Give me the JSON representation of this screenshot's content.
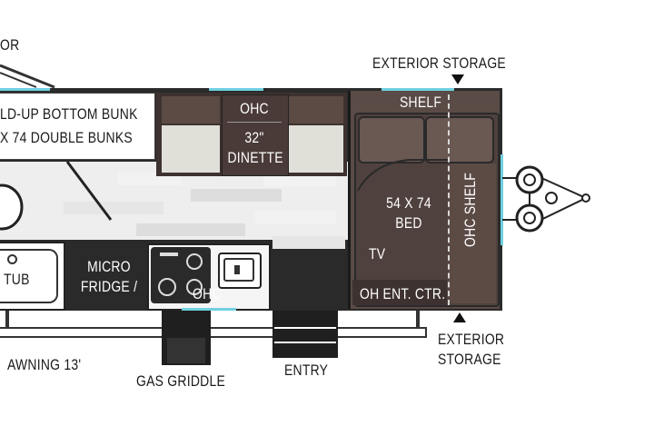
{
  "labels": {
    "top_left_fragment": "OR",
    "exterior_storage_top": "EXTERIOR STORAGE",
    "bunk_line1": "LD-UP BOTTOM BUNK",
    "bunk_line2": "X 74 DOUBLE BUNKS",
    "ohc_dinette": "OHC",
    "dinette_size": "32\"",
    "dinette": "DINETTE",
    "shelf": "SHELF",
    "bed_size": "54 X 74",
    "bed": "BED",
    "ohc_shelf": "OHC SHELF",
    "tv": "TV",
    "oh_ent_ctr": "OH ENT. CTR.",
    "tub": "TUB",
    "micro": "MICRO",
    "fridge": "FRIDGE /",
    "ohc_kitchen": "OHC",
    "awning": "AWNING 13'",
    "gas_griddle": "GAS GRIDDLE",
    "entry": "ENTRY",
    "exterior_storage_bottom_1": "EXTERIOR",
    "exterior_storage_bottom_2": "STORAGE"
  },
  "colors": {
    "cabinet_dark": "#4a3b38",
    "cabinet_brown": "#5c4a45",
    "floor_light": "#e8e8e8",
    "wall": "#2a2a2a",
    "accent_window": "#6fd0e0",
    "counter": "#f5f5f5",
    "cushion": "#d8d8d0"
  }
}
